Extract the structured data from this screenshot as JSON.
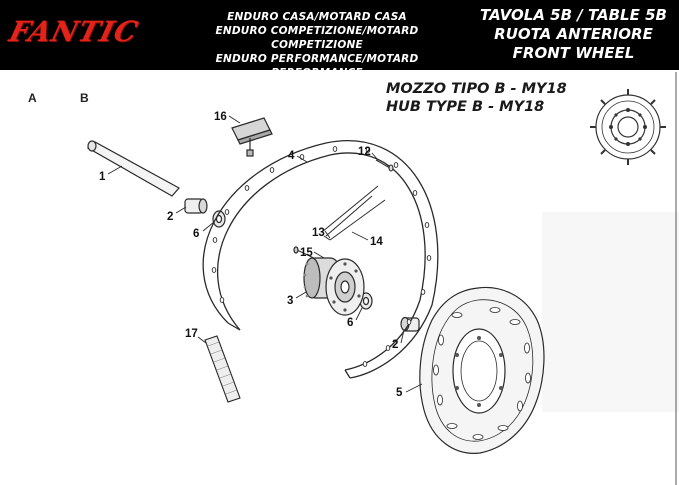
{
  "header": {
    "brand": "FANTIC",
    "models": [
      "ENDURO CASA/MOTARD CASA",
      "ENDURO COMPETIZIONE/MOTARD COMPETIZIONE",
      "ENDURO PERFORMANCE/MOTARD PERFORMANCE"
    ],
    "table_lines": [
      "TAVOLA 5B  /  TABLE 5B",
      "RUOTA ANTERIORE",
      "FRONT WHEEL"
    ]
  },
  "columns": {
    "a": "A",
    "b": "B"
  },
  "hub_title": [
    "MOZZO TIPO B - MY18",
    "HUB TYPE B - MY18"
  ],
  "callouts": {
    "c1": "1",
    "c2a": "2",
    "c2b": "2",
    "c3": "3",
    "c4": "4",
    "c5": "5",
    "c6a": "6",
    "c6b": "6",
    "c12": "12",
    "c13": "13",
    "c14": "14",
    "c15": "15",
    "c16": "16",
    "c17": "17"
  },
  "colors": {
    "header_bg": "#000000",
    "brand_red": "#e2231a",
    "line": "#2a2a2a",
    "part_fill": "#f4f4f4",
    "part_shade": "#cfcfcf"
  }
}
